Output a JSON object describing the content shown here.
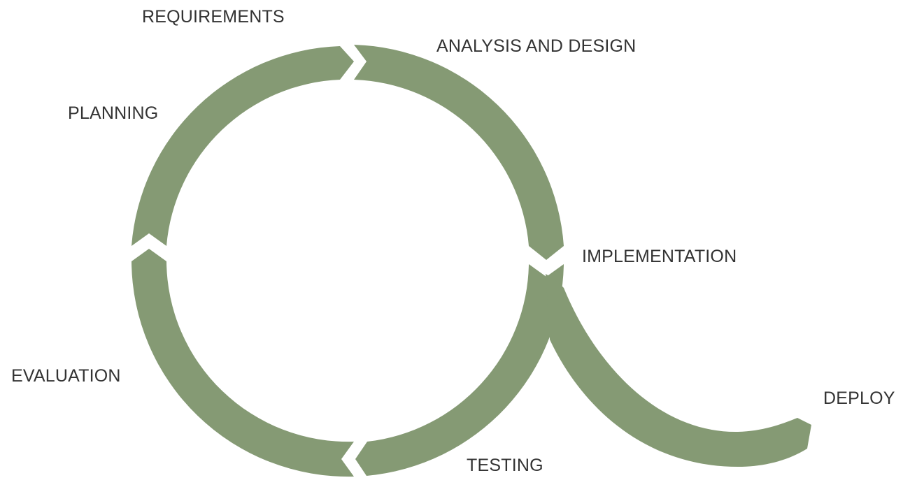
{
  "diagram": {
    "segment_color": "#859a74",
    "label_color": "#333333",
    "stages": {
      "requirements": "REQUIREMENTS",
      "analysis_design": "ANALYSIS AND DESIGN",
      "planning": "PLANNING",
      "implementation": "IMPLEMENTATION",
      "evaluation": "EVALUATION",
      "deploy": "DEPLOY",
      "testing": "TESTING"
    }
  }
}
